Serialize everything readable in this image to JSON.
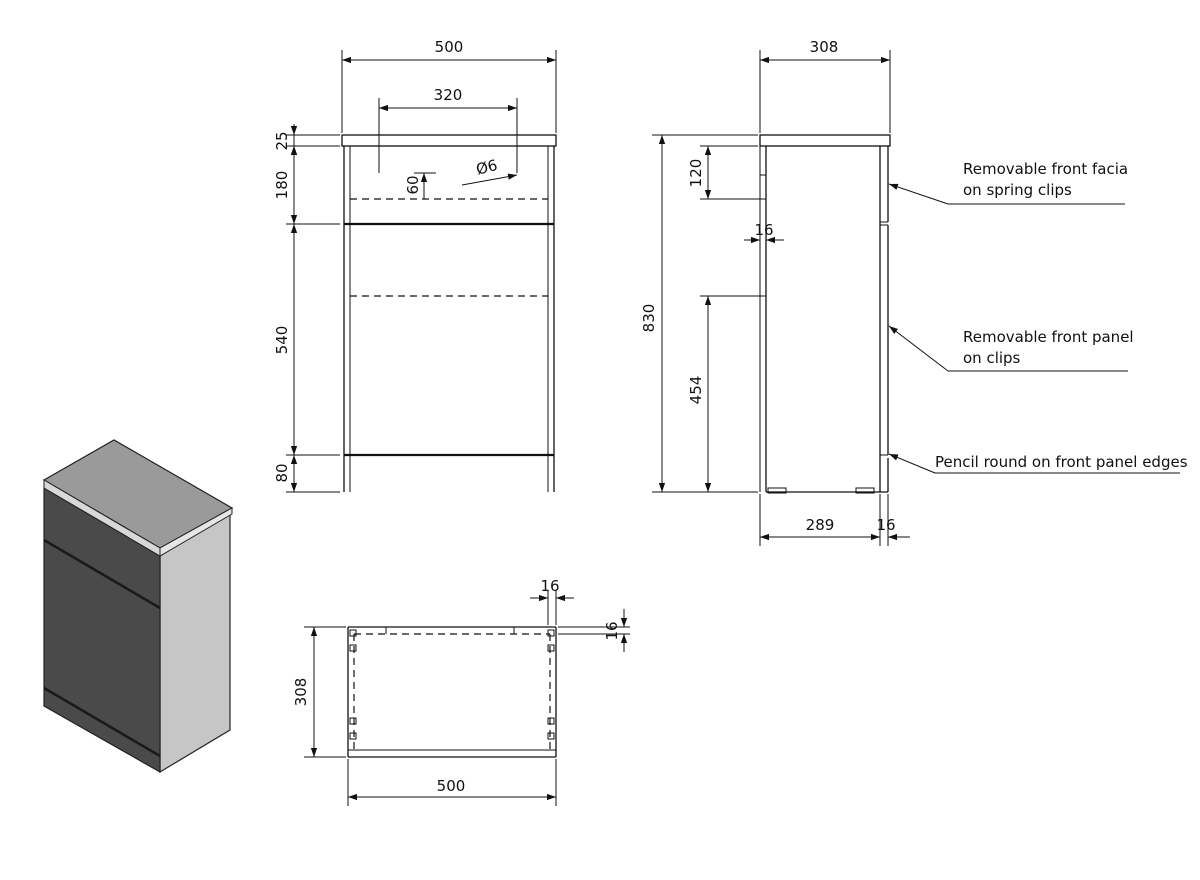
{
  "front_view": {
    "width": "500",
    "pan_width": "320",
    "hole_diameter": "Ø6",
    "hole_offset": "60",
    "top_thickness": "25",
    "facia_height": "180",
    "door_height": "540",
    "plinth_height": "80"
  },
  "side_view": {
    "depth": "308",
    "facia_height": "120",
    "panel_gap": "16",
    "total_height": "830",
    "inlet_height": "454",
    "body_depth": "289",
    "panel_thickness": "16"
  },
  "plan_view": {
    "depth": "308",
    "width": "500",
    "side_thickness": "16",
    "back_thickness": "16"
  },
  "notes": [
    {
      "line1": "Removable front facia",
      "line2": "on spring clips"
    },
    {
      "line1": "Removable front panel",
      "line2": "on clips"
    },
    {
      "line1": "Pencil round on front panel edges",
      "line2": ""
    }
  ],
  "colors": {
    "line": "#111111",
    "unit_top": "#9a9a9a",
    "unit_front": "#4a4a4a",
    "unit_side": "#c6c6c6"
  }
}
